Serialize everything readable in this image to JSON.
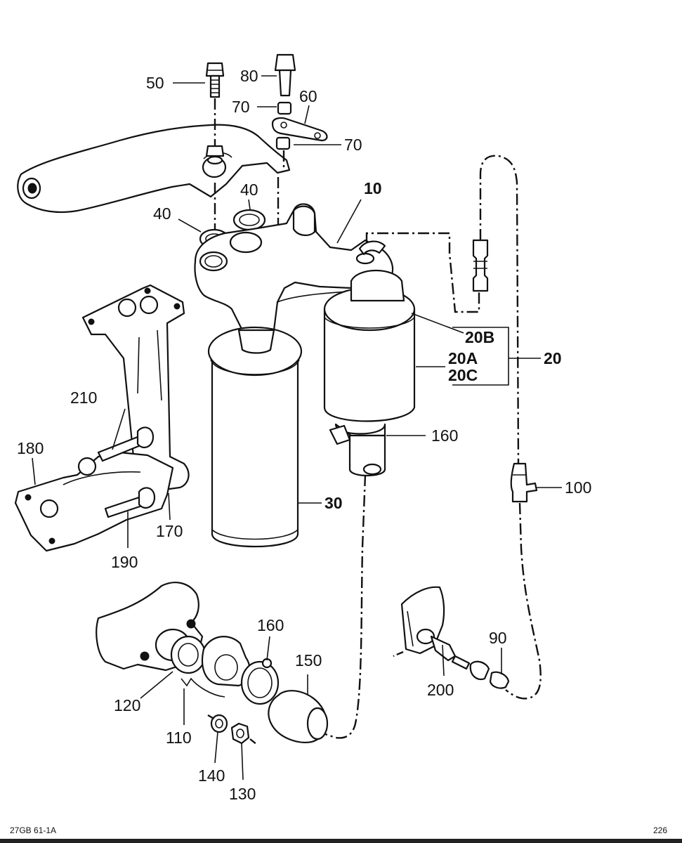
{
  "callouts": {
    "c10": "10",
    "c20": "20",
    "c20A": "20A",
    "c20B": "20B",
    "c20C": "20C",
    "c30": "30",
    "c40a": "40",
    "c40b": "40",
    "c50": "50",
    "c60": "60",
    "c70a": "70",
    "c70b": "70",
    "c80": "80",
    "c90": "90",
    "c100": "100",
    "c110": "110",
    "c120": "120",
    "c130": "130",
    "c140": "140",
    "c150": "150",
    "c160a": "160",
    "c160b": "160",
    "c170": "170",
    "c180": "180",
    "c190": "190",
    "c200": "200",
    "c210": "210"
  },
  "footer": {
    "figure_code": "27GB  61-1A",
    "page_number": "226"
  }
}
